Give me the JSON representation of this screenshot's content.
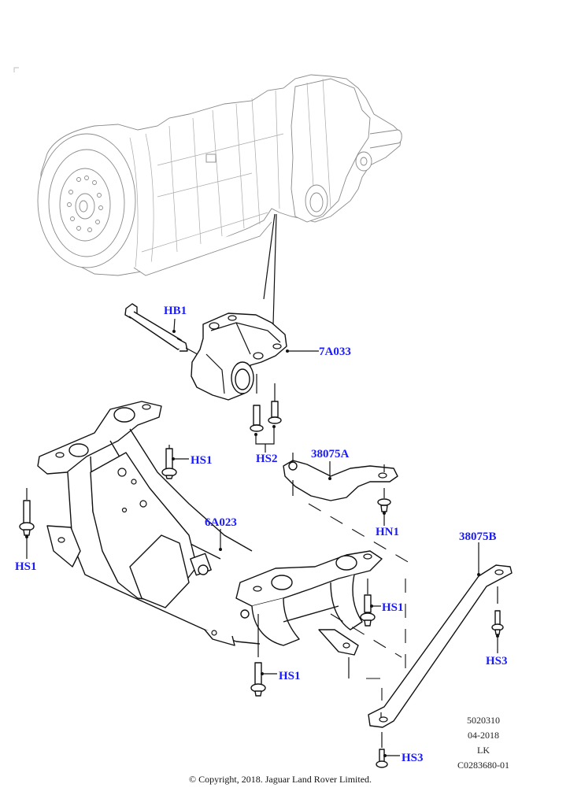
{
  "diagram": {
    "type": "exploded-parts-diagram",
    "subject": "Transmission mount and crossmember",
    "label_color": "#1a1aff",
    "callouts": [
      {
        "id": "HB1",
        "label": "HB1",
        "part": "mount-through-bolt"
      },
      {
        "id": "7A033",
        "label": "7A033",
        "part": "transmission-mount"
      },
      {
        "id": "HS2",
        "label": "HS2",
        "part": "mount-bolts-pair"
      },
      {
        "id": "HS1a",
        "label": "HS1",
        "part": "crossmember-bolt-left-upper"
      },
      {
        "id": "HS1b",
        "label": "HS1",
        "part": "crossmember-bolt-left-outer"
      },
      {
        "id": "HS1c",
        "label": "HS1",
        "part": "crossmember-bolt-right"
      },
      {
        "id": "HS1d",
        "label": "HS1",
        "part": "crossmember-bolt-lower"
      },
      {
        "id": "38075A",
        "label": "38075A",
        "part": "bracket-a"
      },
      {
        "id": "HN1",
        "label": "HN1",
        "part": "bracket-nut"
      },
      {
        "id": "6A023",
        "label": "6A023",
        "part": "crossmember"
      },
      {
        "id": "38075B",
        "label": "38075B",
        "part": "brace-b"
      },
      {
        "id": "HS3a",
        "label": "HS3",
        "part": "brace-bolt-upper"
      },
      {
        "id": "HS3b",
        "label": "HS3",
        "part": "brace-bolt-lower"
      }
    ]
  },
  "footer": {
    "ref_lines": [
      "5020310",
      "04-2018",
      "LK",
      "C0283680-01"
    ],
    "copyright": "© Copyright, 2018. Jaguar Land Rover Limited."
  }
}
